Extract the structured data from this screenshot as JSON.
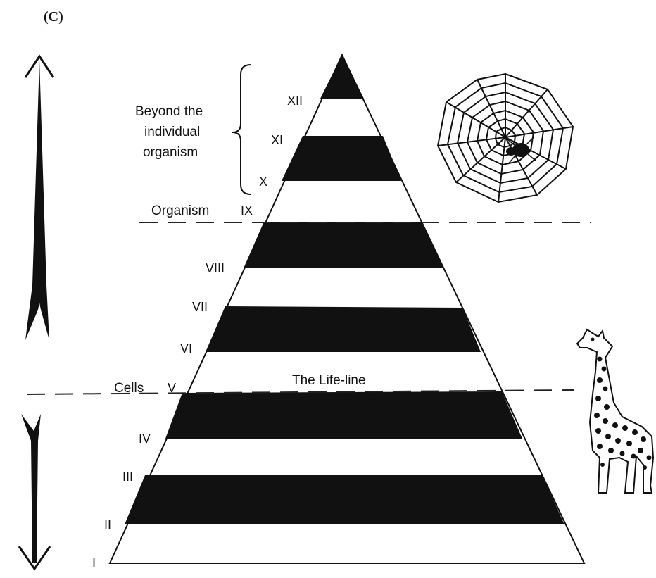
{
  "panel_label": "(C)",
  "levels": [
    "I",
    "II",
    "III",
    "IV",
    "V",
    "VI",
    "VII",
    "VIII",
    "IX",
    "X",
    "XI",
    "XII"
  ],
  "labels": {
    "beyond_line1": "Beyond the",
    "beyond_line2": "individual",
    "beyond_line3": "organism",
    "organism": "Organism",
    "cells": "Cells",
    "life_line": "The Life-line"
  },
  "illustrations": [
    "spider-web-icon",
    "giraffe-icon"
  ],
  "colors": {
    "ink": "#111111",
    "paper": "#ffffff"
  }
}
